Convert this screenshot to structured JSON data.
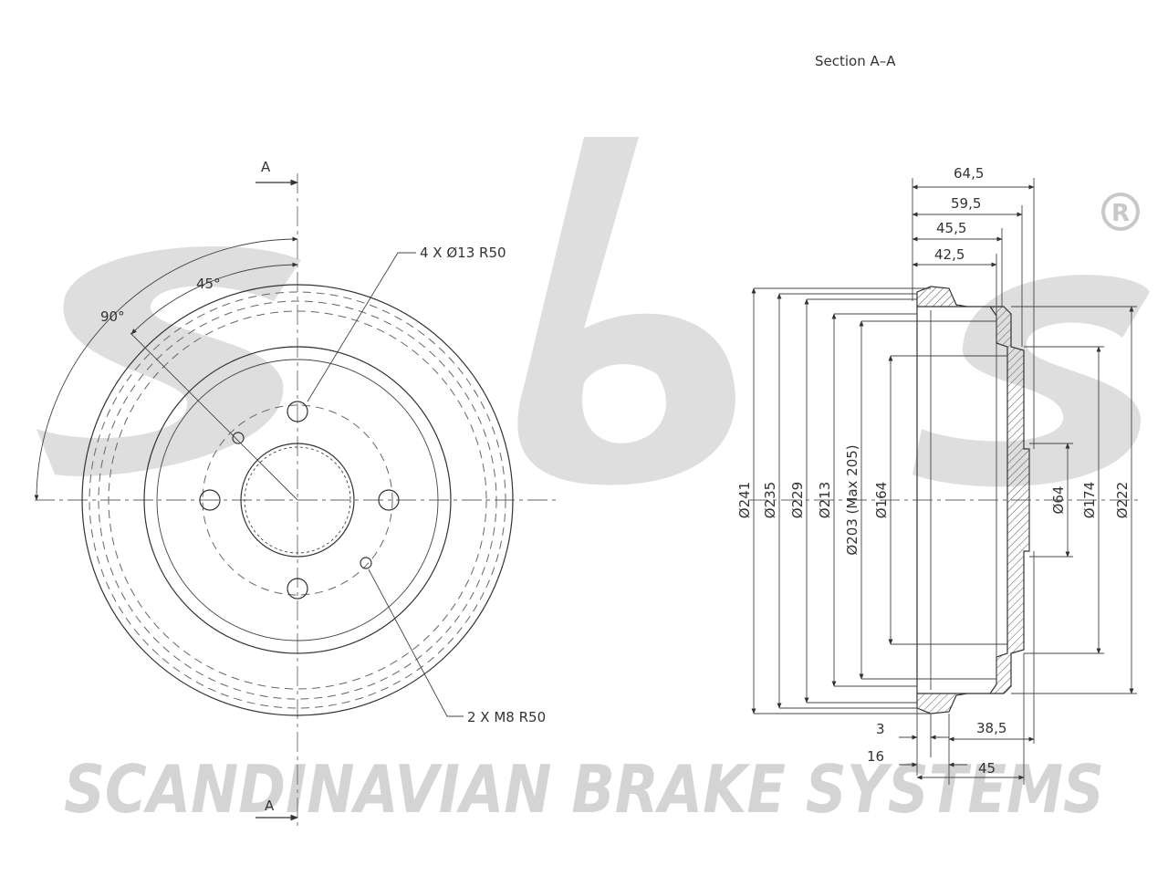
{
  "watermark": {
    "logo_text": "sbs",
    "registered_mark": "®",
    "company_name": "SCANDINAVIAN BRAKE SYSTEMS"
  },
  "front_view": {
    "section_mark_top": "A",
    "section_mark_bottom": "A",
    "angle_90": "90°",
    "angle_45": "45°",
    "bolt_holes_callout": "4 X Ø13   R50",
    "threaded_holes_callout": "2 X M8   R50"
  },
  "section_view": {
    "title": "Section A–A",
    "width_dims": [
      "64,5",
      "59,5",
      "45,5",
      "42,5"
    ],
    "bottom_dims": {
      "d3": "3",
      "d16": "16",
      "d38_5": "38,5",
      "d45": "45"
    },
    "diameter_dims": {
      "d241": "Ø241",
      "d235": "Ø235",
      "d229": "Ø229",
      "d213": "Ø213",
      "d203": "Ø203 (Max 205)",
      "d164": "Ø164",
      "d64": "Ø64",
      "d174": "Ø174",
      "d222": "Ø222"
    }
  }
}
